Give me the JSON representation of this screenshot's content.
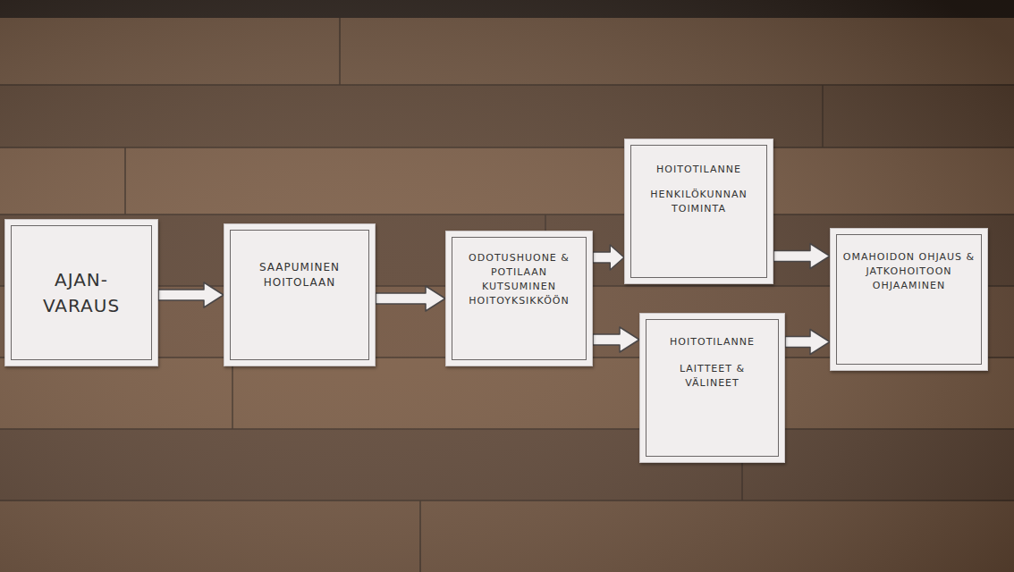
{
  "diagram": {
    "nodes": [
      {
        "text": [
          "AJAN- VARAUS"
        ]
      },
      {
        "text": [
          "SAAPUMINEN HOITOLAAN"
        ]
      },
      {
        "text": [
          "ODOTUSHUONE & POTILAAN KUTSUMINEN HOITOYKSIKKÖÖN"
        ]
      },
      {
        "text": [
          "HOITOTILANNE",
          "HENKILÖKUNNAN TOIMINTA"
        ]
      },
      {
        "text": [
          "HOITOTILANNE",
          "LAITTEET & VÄLINEET"
        ]
      },
      {
        "text": [
          "OMAHOIDON OHJAUS & JATKOHOITOON OHJAAMINEN"
        ]
      }
    ],
    "edges": [
      {
        "from": 0,
        "to": 1,
        "arrow": "to"
      },
      {
        "from": 1,
        "to": 2,
        "arrow": "to"
      },
      {
        "from": 2,
        "to": 3,
        "arrow": "to"
      },
      {
        "from": 2,
        "to": 4,
        "arrow": "to"
      },
      {
        "from": 3,
        "to": 5,
        "arrow": "to"
      },
      {
        "from": 4,
        "to": 5,
        "arrow": "to"
      }
    ]
  }
}
